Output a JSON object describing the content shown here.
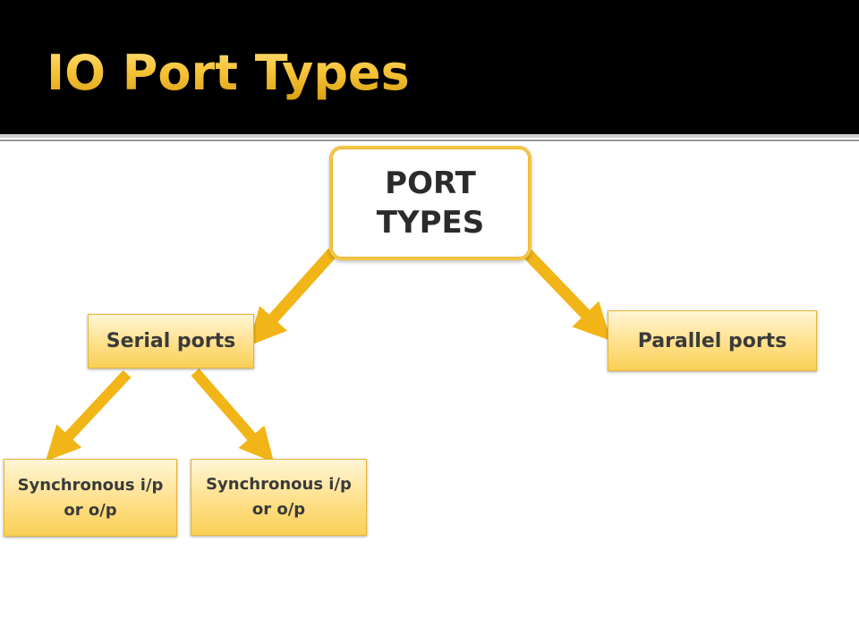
{
  "slide": {
    "title": "IO Port Types"
  },
  "diagram": {
    "root": {
      "label": "PORT TYPES"
    },
    "level1": [
      {
        "label": "Serial ports"
      },
      {
        "label": "Parallel ports"
      }
    ],
    "level2": [
      {
        "label": "Synchronous i/p or o/p"
      },
      {
        "label": "Synchronous i/p or o/p"
      }
    ],
    "colors": {
      "title_gold": "#f7c43a",
      "arrow": "#f2b517",
      "node_fill": "#ffe08a",
      "title_bar": "#000000"
    }
  }
}
